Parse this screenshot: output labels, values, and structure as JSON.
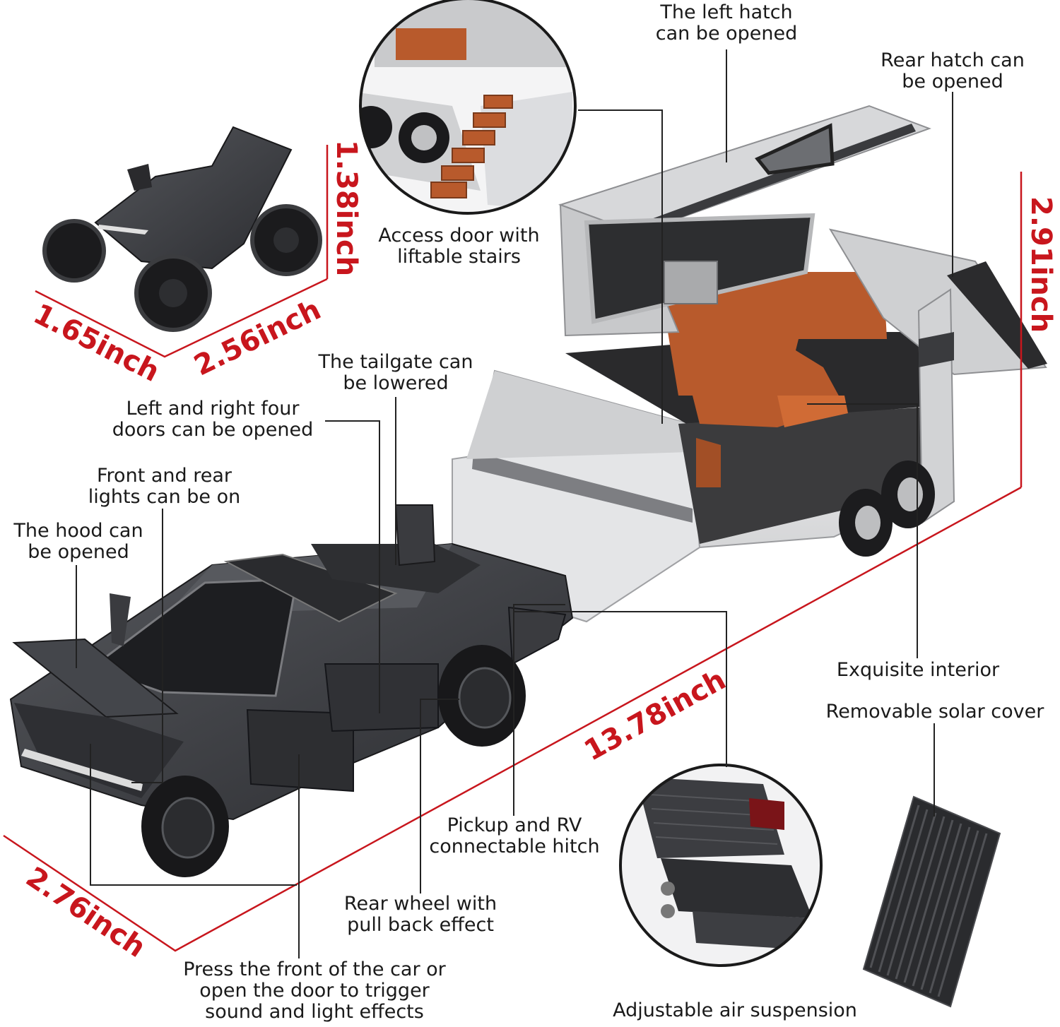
{
  "colors": {
    "dimension": "#c8161d",
    "leader": "#222222",
    "truck": "#3a3b3f",
    "trailer": "#d9dadc",
    "interior": "#b85a2c"
  },
  "labels": {
    "left_hatch": [
      "The left hatch",
      "can be opened"
    ],
    "rear_hatch": [
      "Rear hatch can",
      "be opened"
    ],
    "access_door": [
      "Access door with",
      "liftable stairs"
    ],
    "tailgate": [
      "The tailgate can",
      "be lowered"
    ],
    "four_doors": [
      "Left and right four",
      "doors can be opened"
    ],
    "lights": [
      "Front and rear",
      "lights can be on"
    ],
    "hood": [
      "The hood can",
      "be opened"
    ],
    "interior": [
      "Exquisite interior"
    ],
    "solar_cover": [
      "Removable solar cover"
    ],
    "hitch": [
      "Pickup and RV",
      "connectable hitch"
    ],
    "rear_wheel": [
      "Rear wheel with",
      "pull back effect"
    ],
    "trigger": [
      "Press the front of the car or",
      "open the door to trigger",
      "sound and light effects"
    ],
    "suspension": [
      "Adjustable air suspension"
    ]
  },
  "dimensions": {
    "atv_height": "1.38inch",
    "atv_width": "1.65inch",
    "atv_length": "2.56inch",
    "trailer_height": "2.91inch",
    "total_length": "13.78inch",
    "truck_width": "2.76inch"
  }
}
